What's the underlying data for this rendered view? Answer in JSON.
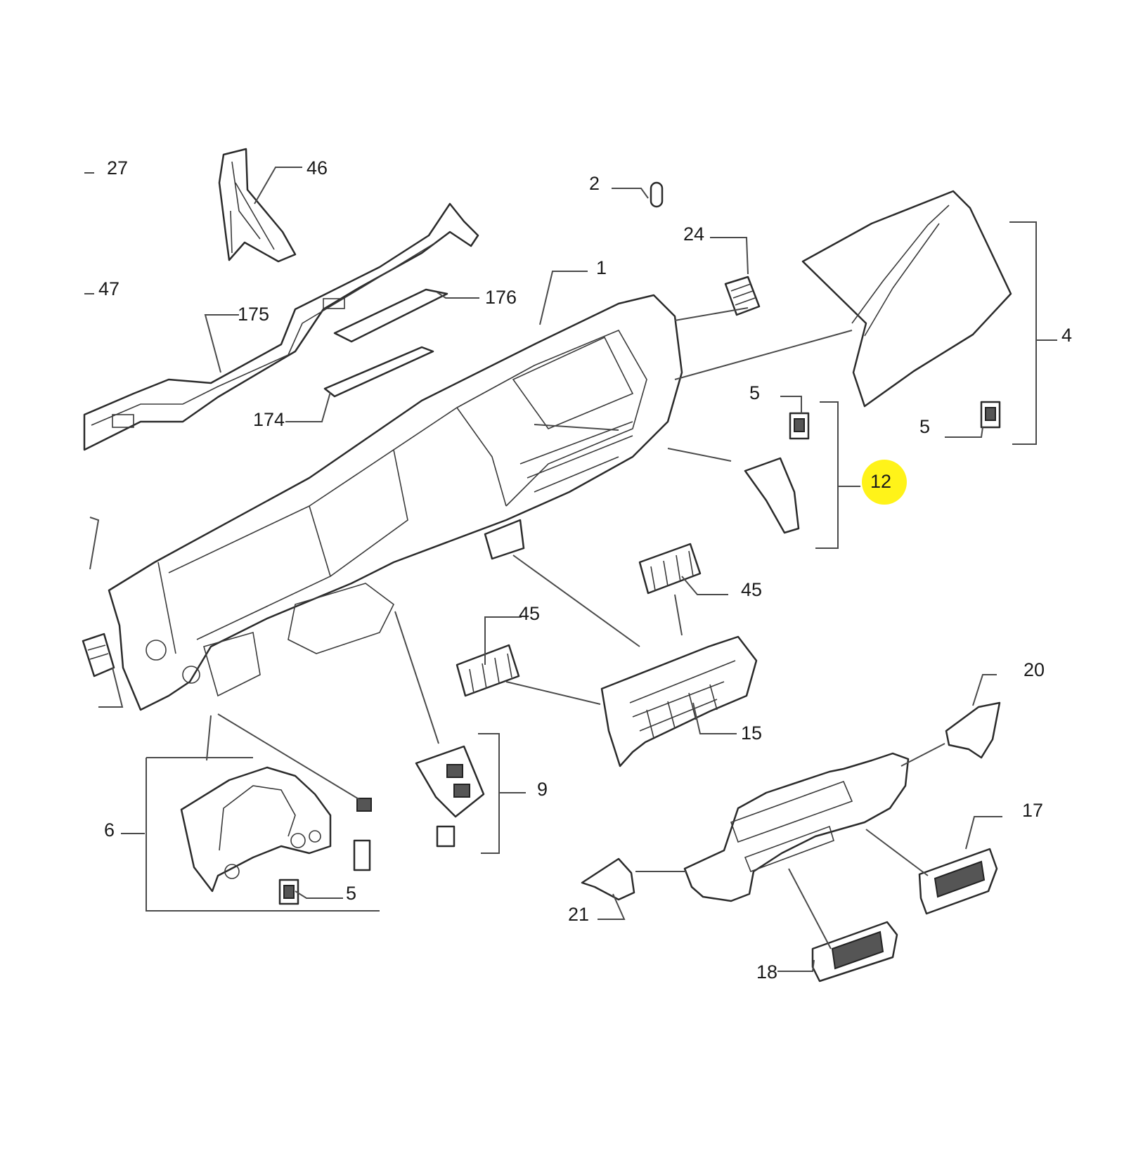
{
  "diagram": {
    "highlight_color": "#fff200",
    "line_color": "#2b2b2b",
    "callouts": {
      "c27": "27",
      "c46": "46",
      "c2": "2",
      "c24": "24",
      "c1": "1",
      "c47": "47",
      "c176": "176",
      "c175": "175",
      "c4": "4",
      "c5_top": "5",
      "c5_right": "5",
      "c174": "174",
      "c12": "12",
      "c45_right": "45",
      "c45_left": "45",
      "c20": "20",
      "c15": "15",
      "c9": "9",
      "c6": "6",
      "c17": "17",
      "c5_bottom": "5",
      "c21": "21",
      "c18": "18"
    }
  }
}
